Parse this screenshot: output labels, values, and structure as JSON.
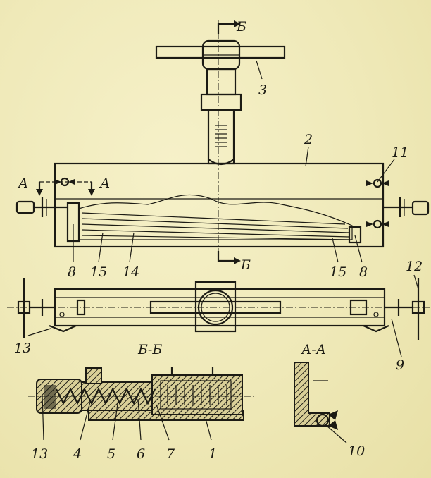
{
  "labels": {
    "l1": "1",
    "l2": "2",
    "l3": "3",
    "l4": "4",
    "l5": "5",
    "l6": "6",
    "l7": "7",
    "l8a": "8",
    "l8b": "8",
    "l9": "9",
    "l10": "10",
    "l11": "11",
    "l12": "12",
    "l13a": "13",
    "l13b": "13",
    "l14": "14",
    "l15a": "15",
    "l15b": "15"
  },
  "sections": {
    "cut_b_top": "Б",
    "cut_b_bottom": "Б",
    "cut_a_left": "А",
    "cut_a_right": "А",
    "view_bb": "Б-Б",
    "view_aa": "А-А"
  }
}
